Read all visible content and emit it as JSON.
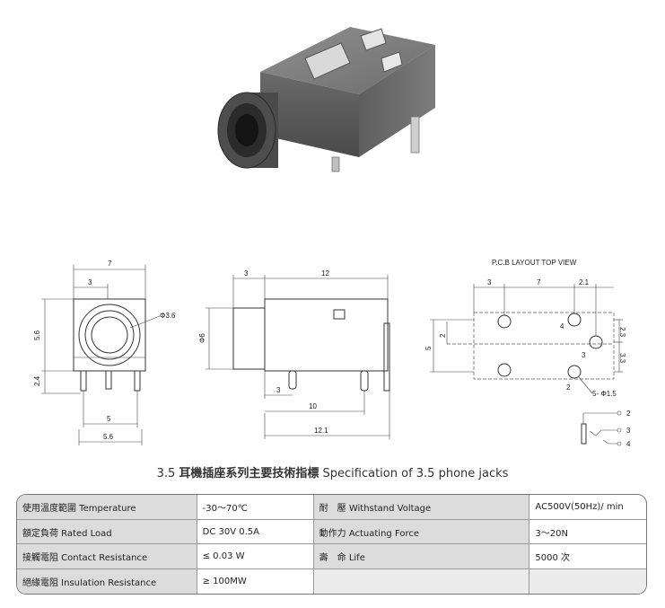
{
  "drawing_labels": {
    "front_width": "7",
    "front_inner_width": "3",
    "front_diameter": "Φ3.6",
    "front_height": "5.6",
    "front_pin_length": "2.4",
    "front_pin_pitch": "5",
    "front_base_width": "5.6",
    "side_length": "12",
    "side_front": "3",
    "side_diameter": "Φ6",
    "side_pin_offset": "3",
    "side_pin_span": "10",
    "side_total": "12.1",
    "pcb_title": "P.C.B LAYOUT    TOP VIEW",
    "pcb_dim_3": "3",
    "pcb_dim_7": "7",
    "pcb_dim_21": "2.1",
    "pcb_dim_5": "5",
    "pcb_dim_2": "2",
    "pcb_dim_23": "2.3",
    "pcb_dim_33": "3.3",
    "pcb_holes": "5- Φ1.5",
    "pin_4": "4",
    "pin_3": "3",
    "pin_2": "2",
    "sch_2": "2",
    "sch_3": "3",
    "sch_4": "4"
  },
  "title": {
    "prefix": "3.5 ",
    "zh": "耳機插座系列主要技術指標",
    "en": " Specification of 3.5 phone jacks"
  },
  "specs": [
    {
      "label1": "使用溫度範圍 Temperature",
      "value1": "-30～70℃",
      "label2": "耐　壓 Withstand Voltage",
      "value2": "AC500V(50Hz)/ min"
    },
    {
      "label1": "額定負荷 Rated Load",
      "value1": "DC 30V 0.5A",
      "label2": "動作力 Actuating Force",
      "value2": "3～20N"
    },
    {
      "label1": "接觸電阻 Contact Resistance",
      "value1": "≤ 0.03 W",
      "label2": "壽　命 Life",
      "value2": "5000 次"
    },
    {
      "label1": "絕緣電阻 Insulation Resistance",
      "value1": "≥ 100MW",
      "label2": "",
      "value2": ""
    }
  ]
}
